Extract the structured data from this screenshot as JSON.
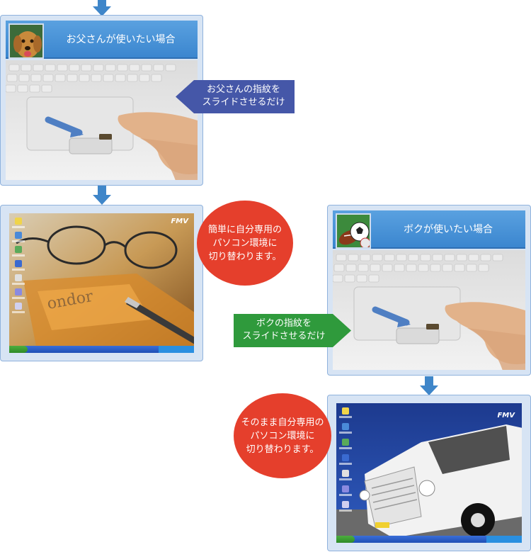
{
  "flow": {
    "father": {
      "header_title": "お父さんが使いたい場合",
      "callout": "お父さんの指紋を\nスライドさせるだけ",
      "result_bubble": "簡単に自分専用の\nパソコン環境に\n切り替わります。",
      "desktop_logo": "FMV"
    },
    "boy": {
      "header_title": "ボクが使いたい場合",
      "callout": "ボクの指紋を\nスライドさせるだけ",
      "result_bubble": "そのまま自分専用の\nパソコン環境に\n切り替わります。",
      "desktop_logo": "FMV"
    }
  },
  "colors": {
    "arrow": "#3f86c9",
    "header_blue": "#4a92d8",
    "callout_blue": "#4557a8",
    "callout_green": "#2f9a3c",
    "bubble_red": "#e53f2c"
  },
  "icons": {
    "father_avatar": "dog-icon",
    "boy_avatar": "sports-balls-icon"
  }
}
